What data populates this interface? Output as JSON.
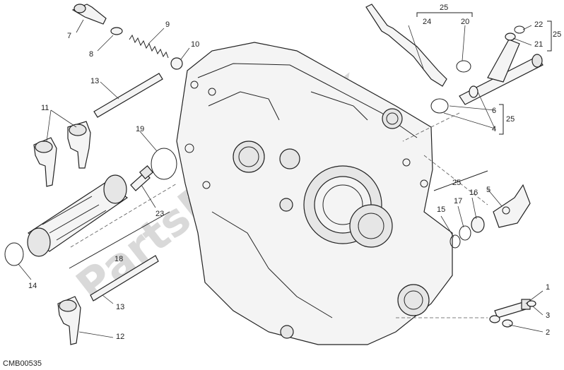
{
  "watermark": "PartsRepublik",
  "diagram_code": "CMB00535",
  "callouts": {
    "c1": "1",
    "c2": "2",
    "c3": "3",
    "c4": "4",
    "c5": "5",
    "c6": "6",
    "c7": "7",
    "c8": "8",
    "c9": "9",
    "c10": "10",
    "c11": "11",
    "c12": "12",
    "c13a": "13",
    "c13b": "13",
    "c14": "14",
    "c15": "15",
    "c16": "16",
    "c17": "17",
    "c18": "18",
    "c19": "19",
    "c20": "20",
    "c21": "21",
    "c22": "22",
    "c23": "23",
    "c24": "24",
    "c25_top": "25",
    "c25_right_upper": "25",
    "c25_right_lower": "25",
    "c25_mid": "25"
  }
}
